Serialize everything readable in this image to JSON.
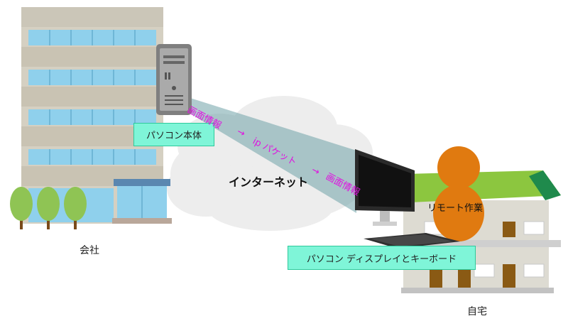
{
  "labels": {
    "company": "会社",
    "home": "自宅",
    "internet": "インターネット",
    "pc_body": "パソコン本体",
    "display_keyboard": "パソコン ディスプレイとキーボード",
    "remote_work": "リモート作業"
  },
  "flow": {
    "screen_info_1": "画面情報",
    "arrow_1": "→",
    "ip_packet": "ip パケット",
    "arrow_2": "→",
    "screen_info_2": "画面情報"
  },
  "colors": {
    "flow_text": "#e010e0",
    "label_box_fill": "#7ff5d8",
    "label_box_border": "#2ec99b",
    "beam": "#6fa3a8",
    "cloud": "#eeeeee",
    "roof_green": "#8cc63f",
    "person": "#e07a10"
  }
}
